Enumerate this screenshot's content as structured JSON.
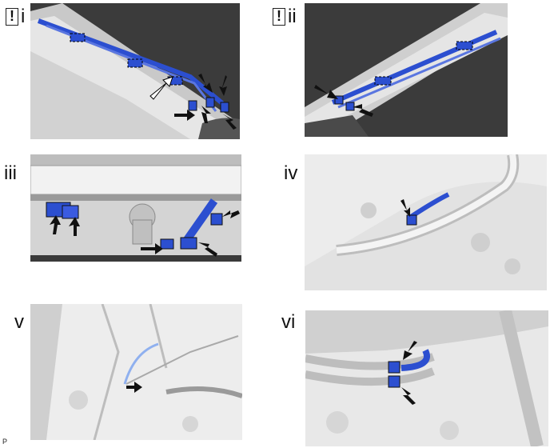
{
  "figure": {
    "code": "P",
    "warning_symbol": "!",
    "panels": [
      {
        "id": "i",
        "label": "i",
        "has_warning": true
      },
      {
        "id": "ii",
        "label": "ii",
        "has_warning": true
      },
      {
        "id": "iii",
        "label": "iii",
        "has_warning": false
      },
      {
        "id": "iv",
        "label": "iv",
        "has_warning": false
      },
      {
        "id": "v",
        "label": "v",
        "has_warning": false
      },
      {
        "id": "vi",
        "label": "vi",
        "has_warning": false
      }
    ]
  },
  "colors": {
    "harness_blue": "#2c4fd0",
    "headliner_dark": "#3a3a3a",
    "panel_gray": "#d8d8d8"
  }
}
